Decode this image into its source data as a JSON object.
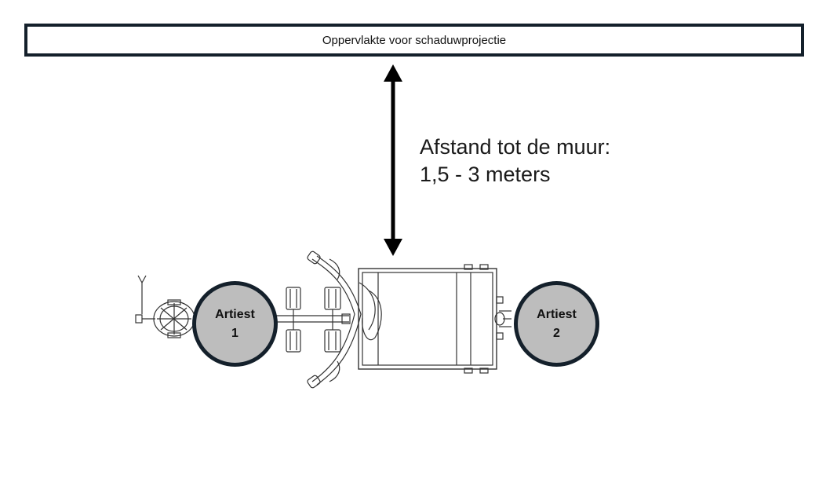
{
  "wall": {
    "label": "Oppervlakte voor schaduwprojectie"
  },
  "distance": {
    "line1": "Afstand tot de muur:",
    "line2": "1,5 - 3 meters"
  },
  "artists": [
    {
      "name": "Artiest",
      "number": "1"
    },
    {
      "name": "Artiest",
      "number": "2"
    }
  ],
  "colors": {
    "outline": "#14202b",
    "artist_fill": "#bdbdbd",
    "arrow": "#000000"
  },
  "icons": {
    "bike": "cargo-bike-top-view-icon",
    "arrow": "double-arrow-icon"
  }
}
